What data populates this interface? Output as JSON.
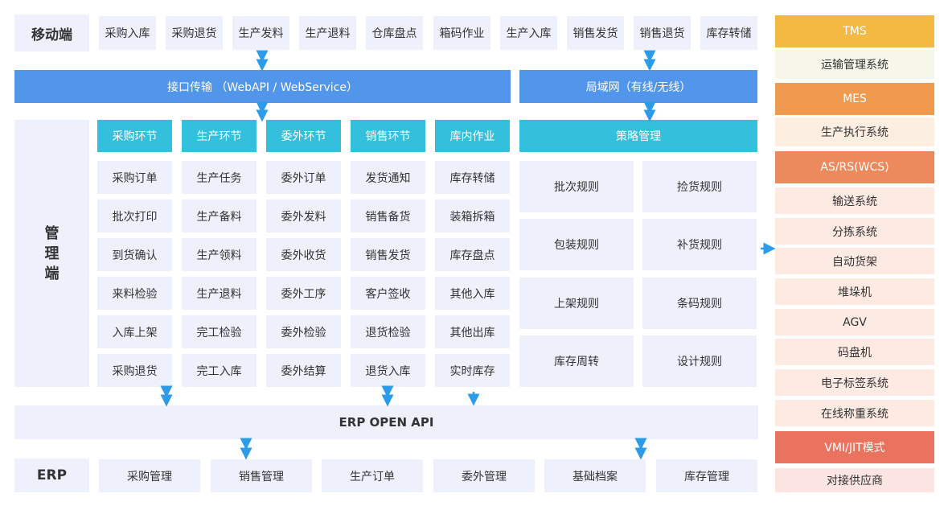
{
  "mobile": {
    "label": "移动端",
    "items": [
      "采购入库",
      "采购退货",
      "生产发料",
      "生产退料",
      "仓库盘点",
      "箱码作业",
      "生产入库",
      "销售发货",
      "销售退货",
      "库存转储"
    ]
  },
  "interface": {
    "label": "接口传输 （WebAPI / WebService）"
  },
  "lan": {
    "label": "局域网（有线/无线）"
  },
  "management": {
    "label_chars": [
      "管",
      "理",
      "端"
    ],
    "columns": [
      {
        "header": "采购环节",
        "items": [
          "采购订单",
          "批次打印",
          "到货确认",
          "来料检验",
          "入库上架",
          "采购退货"
        ]
      },
      {
        "header": "生产环节",
        "items": [
          "生产任务",
          "生产备料",
          "生产领料",
          "生产退料",
          "完工检验",
          "完工入库"
        ]
      },
      {
        "header": "委外环节",
        "items": [
          "委外订单",
          "委外发料",
          "委外收货",
          "委外工序",
          "委外检验",
          "委外结算"
        ]
      },
      {
        "header": "销售环节",
        "items": [
          "发货通知",
          "销售备货",
          "销售发货",
          "客户签收",
          "退货检验",
          "退货入库"
        ]
      },
      {
        "header": "库内作业",
        "items": [
          "库存转储",
          "装箱拆箱",
          "库存盘点",
          "其他入库",
          "其他出库",
          "实时库存"
        ]
      }
    ]
  },
  "strategy": {
    "header": "策略管理",
    "rows": [
      [
        "批次规则",
        "捡货规则"
      ],
      [
        "包装规则",
        "补货规则"
      ],
      [
        "上架规则",
        "条码规则"
      ],
      [
        "库存周转",
        "设计规则"
      ]
    ]
  },
  "erp_api": {
    "label": "ERP  OPEN API"
  },
  "erp": {
    "label": "ERP",
    "items": [
      "采购管理",
      "销售管理",
      "生产订单",
      "委外管理",
      "基础档案",
      "库存管理"
    ]
  },
  "right_panel": {
    "items": [
      {
        "text": "TMS",
        "color": "#f4b942",
        "fg": "#ffffff"
      },
      {
        "text": "运输管理系统",
        "color": "#f6f7ea",
        "fg": "#333333"
      },
      {
        "text": "MES",
        "color": "#ef9a4f",
        "fg": "#ffffff"
      },
      {
        "text": "生产执行系统",
        "color": "#fdeee2",
        "fg": "#333333"
      },
      {
        "text": "AS/RS(WCS)",
        "color": "#ec8a5e",
        "fg": "#ffffff"
      },
      {
        "text": "输送系统",
        "color": "#fdeae2",
        "fg": "#333333"
      },
      {
        "text": "分拣系统",
        "color": "#fdeae2",
        "fg": "#333333"
      },
      {
        "text": "自动货架",
        "color": "#fdeae2",
        "fg": "#333333"
      },
      {
        "text": "堆垛机",
        "color": "#fdeae2",
        "fg": "#333333"
      },
      {
        "text": "AGV",
        "color": "#fdeae2",
        "fg": "#333333"
      },
      {
        "text": "码盘机",
        "color": "#fdeae2",
        "fg": "#333333"
      },
      {
        "text": "电子标签系统",
        "color": "#fdeae2",
        "fg": "#333333"
      },
      {
        "text": "在线称重系统",
        "color": "#fdeae2",
        "fg": "#333333"
      },
      {
        "text": "VMI/JIT模式",
        "color": "#e9735f",
        "fg": "#ffffff"
      },
      {
        "text": "对接供应商",
        "color": "#fde5e3",
        "fg": "#333333"
      }
    ]
  },
  "colors": {
    "arrow": "#2c9be8",
    "light": "#eef0fb",
    "blue": "#5196ea",
    "cyan": "#34c0dc"
  }
}
